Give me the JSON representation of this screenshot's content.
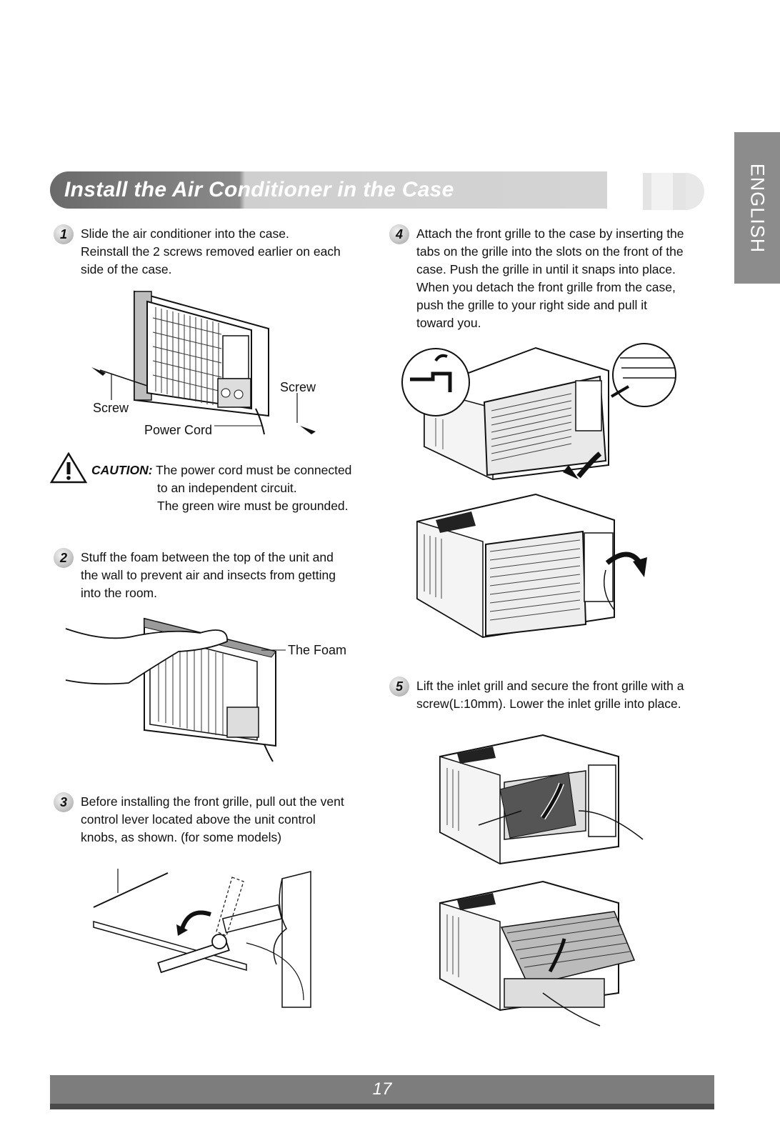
{
  "header": {
    "title": "Install the Air Conditioner in the Case",
    "language_tab": "ENGLISH"
  },
  "steps": [
    {
      "number": "1",
      "lines": [
        "Slide the air conditioner into the case.",
        "Reinstall the 2 screws removed earlier on each",
        "side of the case."
      ]
    },
    {
      "number": "2",
      "lines": [
        "Stuff the foam between the top of the unit and",
        "the wall to prevent air and insects from getting",
        "into the room."
      ]
    },
    {
      "number": "3",
      "lines": [
        "Before installing the front grille, pull out the vent",
        "control lever located above the unit control",
        "knobs, as shown. (for some models)"
      ]
    },
    {
      "number": "4",
      "lines": [
        "Attach the front grille to the case by inserting the",
        "tabs on the grille into the slots on the front of the",
        "case. Push the grille in until it snaps into place.",
        "When you detach the front grille from the case,",
        "push the grille to your right side and pull it",
        "toward you."
      ]
    },
    {
      "number": "5",
      "lines": [
        "Lift the inlet grill and secure the front grille with a",
        "screw(L:10mm). Lower the inlet grille into place."
      ]
    }
  ],
  "caution": {
    "label": "CAUTION:",
    "lines": [
      "The power cord must be connected",
      "to an independent circuit.",
      "The green wire must be grounded."
    ]
  },
  "labels": {
    "screw_right": "Screw",
    "screw_left": "Screw",
    "power_cord": "Power Cord",
    "the_foam": "The Foam"
  },
  "footer": {
    "page_number": "17"
  },
  "colors": {
    "title_dark": "#6a6a6a",
    "title_light": "#d4d4d4",
    "tab": "#8c8c8c",
    "footer": "#7d7d7d"
  }
}
